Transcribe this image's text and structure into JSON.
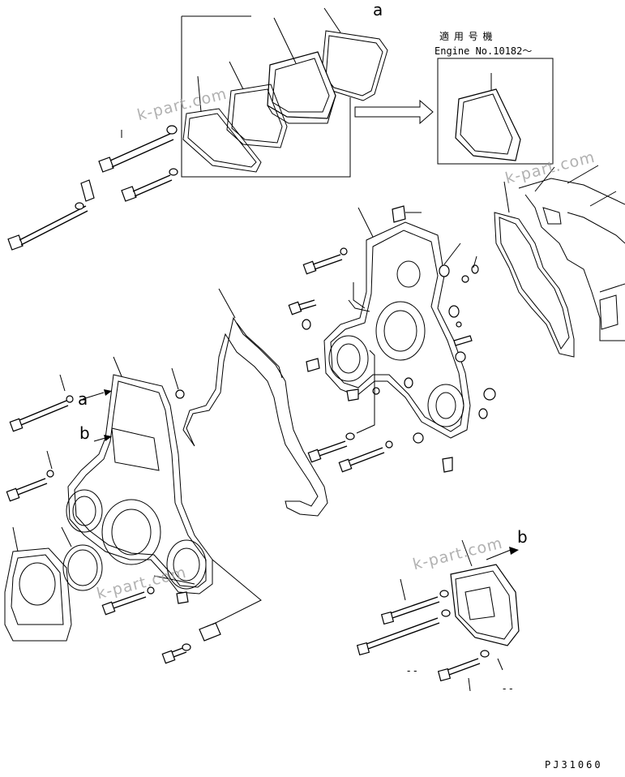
{
  "callouts": {
    "a_top": "a",
    "a_left": "a",
    "b_left": "b",
    "b_right": "b"
  },
  "applicability": {
    "jp": "適 用 号 機",
    "engine": "Engine No.10182～"
  },
  "watermark": "k-part.com",
  "drawing_code": "PJ31060",
  "dashes": {
    "left": "- -",
    "right": "- -"
  },
  "colors": {
    "line": "#000000",
    "watermark": "#9e9e9e",
    "background": "#ffffff"
  }
}
